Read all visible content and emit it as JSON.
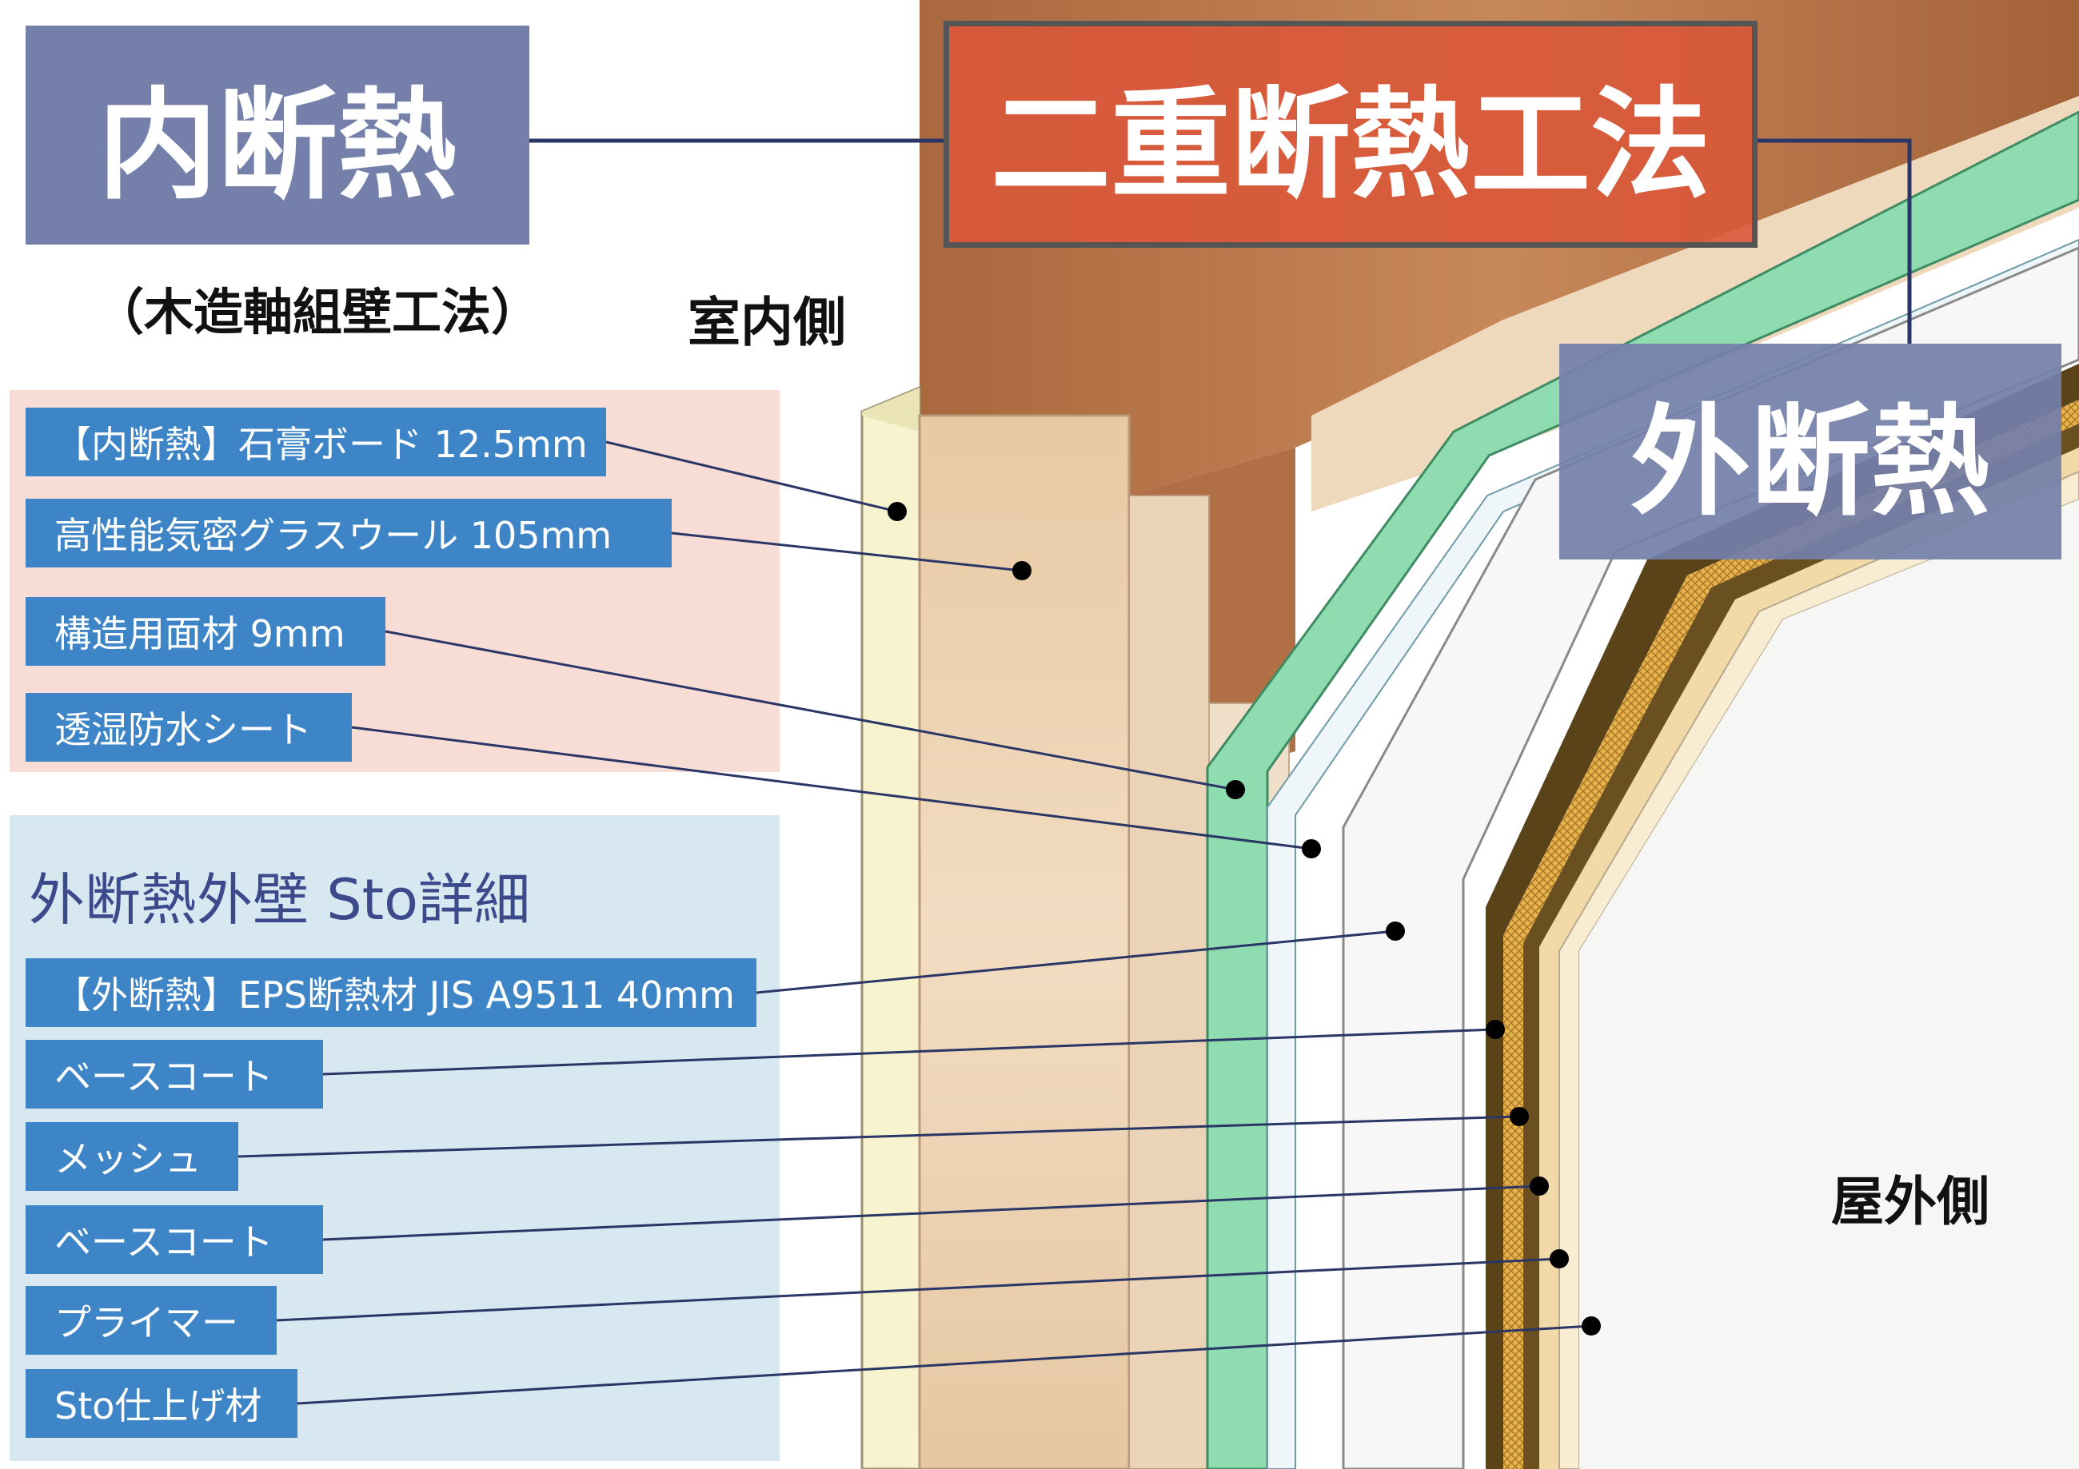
{
  "title_inner": "内断熱",
  "subtitle_inner": "（木造軸組壁工法）",
  "title_main": "二重断熱工法",
  "title_outer": "外断熱",
  "side_indoor": "室内側",
  "side_outdoor": "屋外側",
  "inner_layers": [
    "【内断熱】石膏ボード 12.5mm",
    "高性能気密グラスウール 105mm",
    "構造用面材 9mm",
    "透湿防水シート"
  ],
  "sto_section": {
    "heading": "外断熱外壁 Sto詳細",
    "items": [
      "【外断熱】EPS断熱材 JIS A9511 40mm",
      "ベースコート",
      "メッシュ",
      "ベースコート",
      "プライマー",
      "Sto仕上げ材"
    ]
  },
  "colors": {
    "inner_title_bg": "#7480aa",
    "main_title_bg": "#d9583a",
    "label_bg": "#3d85c6",
    "inner_panel_bg": "#f8dcd6",
    "sto_panel_bg": "#d7e8f1",
    "wood": "#b9764a",
    "glasswool": "#edd3b3",
    "gypsum": "#f7f3cf",
    "green_board": "#8fdcb0",
    "eps": "#f7f7f7",
    "base_coat": "#5a4318",
    "mesh": "#e8b34a",
    "finish": "#f1d9a8",
    "leader": "#2a3666"
  }
}
